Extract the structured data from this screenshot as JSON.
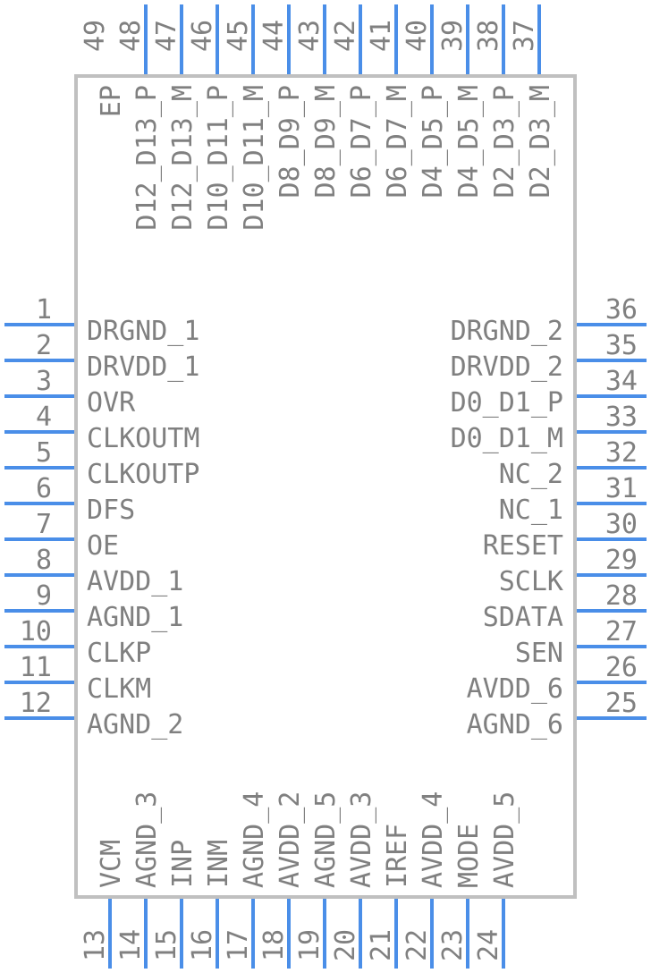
{
  "colors": {
    "body": "#c0c0c0",
    "pin": "#4a8ee8",
    "text": "#808080"
  },
  "pins": {
    "left": [
      {
        "num": "1",
        "name": "DRGND_1"
      },
      {
        "num": "2",
        "name": "DRVDD_1"
      },
      {
        "num": "3",
        "name": "OVR"
      },
      {
        "num": "4",
        "name": "CLKOUTM"
      },
      {
        "num": "5",
        "name": "CLKOUTP"
      },
      {
        "num": "6",
        "name": "DFS"
      },
      {
        "num": "7",
        "name": "OE"
      },
      {
        "num": "8",
        "name": "AVDD_1"
      },
      {
        "num": "9",
        "name": "AGND_1"
      },
      {
        "num": "10",
        "name": "CLKP"
      },
      {
        "num": "11",
        "name": "CLKM"
      },
      {
        "num": "12",
        "name": "AGND_2"
      }
    ],
    "bottom": [
      {
        "num": "13",
        "name": "VCM"
      },
      {
        "num": "14",
        "name": "AGND_3"
      },
      {
        "num": "15",
        "name": "INP"
      },
      {
        "num": "16",
        "name": "INM"
      },
      {
        "num": "17",
        "name": "AGND_4"
      },
      {
        "num": "18",
        "name": "AVDD_2"
      },
      {
        "num": "19",
        "name": "AGND_5"
      },
      {
        "num": "20",
        "name": "AVDD_3"
      },
      {
        "num": "21",
        "name": "IREF"
      },
      {
        "num": "22",
        "name": "AVDD_4"
      },
      {
        "num": "23",
        "name": "MODE"
      },
      {
        "num": "24",
        "name": "AVDD_5"
      }
    ],
    "right": [
      {
        "num": "25",
        "name": "AGND_6"
      },
      {
        "num": "26",
        "name": "AVDD_6"
      },
      {
        "num": "27",
        "name": "SEN"
      },
      {
        "num": "28",
        "name": "SDATA"
      },
      {
        "num": "29",
        "name": "SCLK"
      },
      {
        "num": "30",
        "name": "RESET"
      },
      {
        "num": "31",
        "name": "NC_1"
      },
      {
        "num": "32",
        "name": "NC_2"
      },
      {
        "num": "33",
        "name": "D0_D1_M"
      },
      {
        "num": "34",
        "name": "D0_D1_P"
      },
      {
        "num": "35",
        "name": "DRVDD_2"
      },
      {
        "num": "36",
        "name": "DRGND_2"
      }
    ],
    "top": [
      {
        "num": "37",
        "name": "D2_D3_M"
      },
      {
        "num": "38",
        "name": "D2_D3_P"
      },
      {
        "num": "39",
        "name": "D4_D5_M"
      },
      {
        "num": "40",
        "name": "D4_D5_P"
      },
      {
        "num": "41",
        "name": "D6_D7_M"
      },
      {
        "num": "42",
        "name": "D6_D7_P"
      },
      {
        "num": "43",
        "name": "D8_D9_M"
      },
      {
        "num": "44",
        "name": "D8_D9_P"
      },
      {
        "num": "45",
        "name": "D10_D11_M"
      },
      {
        "num": "46",
        "name": "D10_D11_P"
      },
      {
        "num": "47",
        "name": "D12_D13_M"
      },
      {
        "num": "48",
        "name": "D12_D13_P"
      },
      {
        "num": "49",
        "name": "EP"
      }
    ]
  }
}
